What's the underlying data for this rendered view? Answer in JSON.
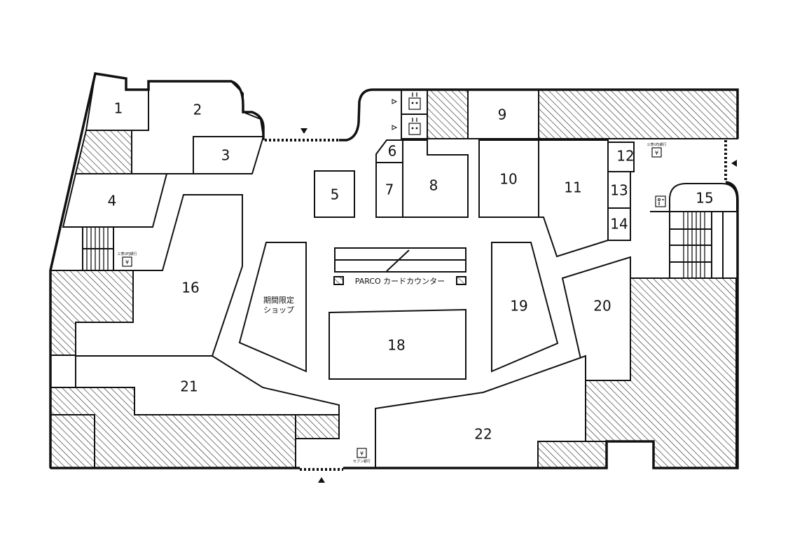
{
  "shops": [
    {
      "id": "1",
      "label": "1"
    },
    {
      "id": "2",
      "label": "2"
    },
    {
      "id": "3",
      "label": "3"
    },
    {
      "id": "4",
      "label": "4"
    },
    {
      "id": "5",
      "label": "5"
    },
    {
      "id": "6",
      "label": "6"
    },
    {
      "id": "7",
      "label": "7"
    },
    {
      "id": "8",
      "label": "8"
    },
    {
      "id": "9",
      "label": "9"
    },
    {
      "id": "10",
      "label": "10"
    },
    {
      "id": "11",
      "label": "11"
    },
    {
      "id": "12",
      "label": "12"
    },
    {
      "id": "13",
      "label": "13"
    },
    {
      "id": "14",
      "label": "14"
    },
    {
      "id": "15",
      "label": "15"
    },
    {
      "id": "16",
      "label": "16"
    },
    {
      "id": "18",
      "label": "18"
    },
    {
      "id": "19",
      "label": "19"
    },
    {
      "id": "20",
      "label": "20"
    },
    {
      "id": "21",
      "label": "21"
    },
    {
      "id": "22",
      "label": "22"
    }
  ],
  "popup_shop": {
    "line1": "期間限定",
    "line2": "ショップ"
  },
  "card_counter": {
    "label": "PARCO カードカウンター"
  },
  "atms": {
    "ufj_left": "三菱UFJ銀行",
    "ufj_right": "三菱UFJ銀行",
    "seven": "セブン銀行",
    "yen_symbol": "¥"
  },
  "icons": {
    "elevator": "elevator-icon",
    "escalator": "escalator-icon",
    "atm": "atm-icon",
    "restroom": "restroom-icon",
    "entrance_arrow": "entrance-arrow-icon"
  },
  "colors": {
    "line": "#111111",
    "background": "#ffffff"
  }
}
